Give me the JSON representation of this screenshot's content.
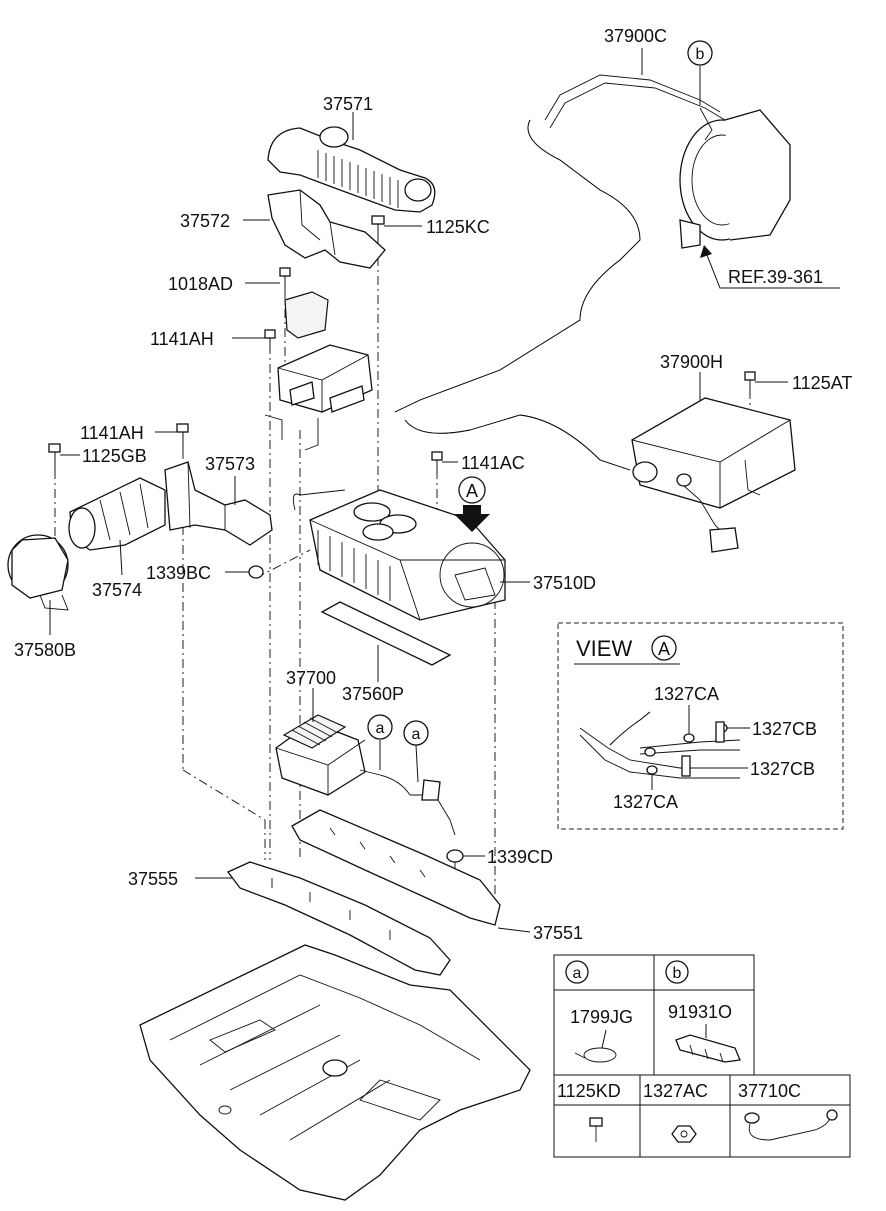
{
  "labels": {
    "p37900C": "37900C",
    "p37571": "37571",
    "p37572": "37572",
    "p1125KC": "1125KC",
    "p1018AD": "1018AD",
    "pREF": "REF.39-361",
    "p1141AH_a": "1141AH",
    "p37900H": "37900H",
    "p1125AT": "1125AT",
    "p1141AH_b": "1141AH",
    "p1125GB": "1125GB",
    "p37573": "37573",
    "p1141AC": "1141AC",
    "p37510D": "37510D",
    "p1339BC": "1339BC",
    "p37574": "37574",
    "p37580B": "37580B",
    "p37700": "37700",
    "p37560P": "37560P",
    "p1339CD": "1339CD",
    "p37555": "37555",
    "p37551": "37551"
  },
  "callouts": {
    "b_top": "b",
    "a_1": "a",
    "a_2": "a",
    "A_main": "A"
  },
  "view_a": {
    "title": "VIEW",
    "marker": "A",
    "c1327CA_top": "1327CA",
    "c1327CB_top": "1327CB",
    "c1327CB_bottom": "1327CB",
    "c1327CA_bottom": "1327CA"
  },
  "legend": {
    "col_a": "a",
    "col_b": "b",
    "a_part": "1799JG",
    "b_part": "91931O",
    "bottom_1": "1125KD",
    "bottom_2": "1327AC",
    "bottom_3": "37710C"
  }
}
